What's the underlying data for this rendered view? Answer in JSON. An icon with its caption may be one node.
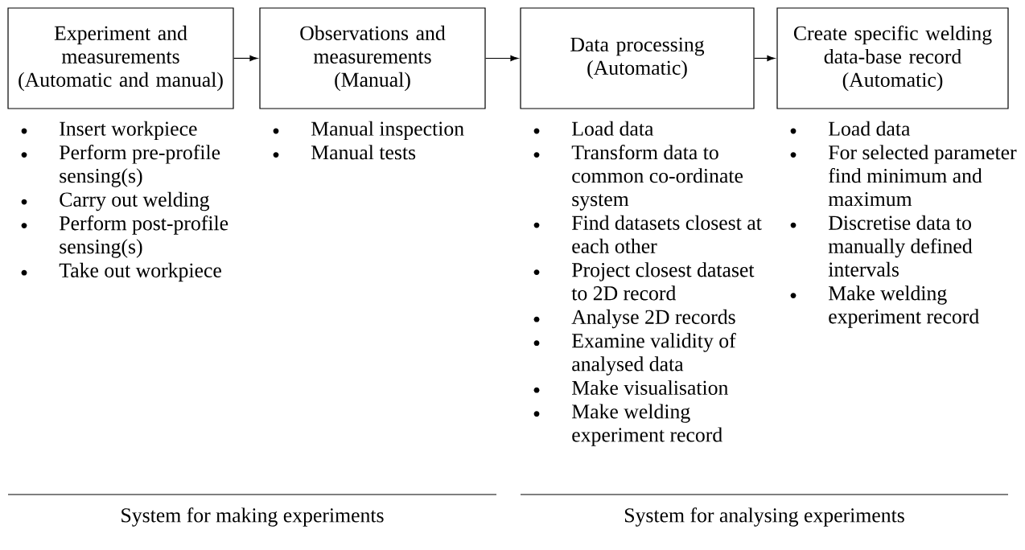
{
  "diagram": {
    "nodes": [
      {
        "text": [
          "Experiment and measurements",
          "(Automatic and manual)"
        ],
        "beside": [
          "Insert workpiece",
          "Perform pre-profile sensing(s)",
          "Carry out welding",
          "Perform post-profile sensing(s)",
          "Take out workpiece"
        ]
      },
      {
        "text": [
          "Observations and measurements",
          "(Manual)"
        ],
        "beside": [
          "Manual inspection",
          "Manual tests"
        ]
      },
      {
        "text": [
          "Data processing",
          "(Automatic)"
        ],
        "beside": [
          "Load data",
          "Transform data to common co-ordinate system",
          "Find datasets closest at each other",
          "Project closest dataset to 2D record",
          "Analyse 2D records",
          "Examine validity of analysed data",
          "Make visualisation",
          "Make welding experiment record"
        ]
      },
      {
        "text": [
          "Create specific welding data-base record",
          "(Automatic)"
        ],
        "beside": [
          "Load data",
          "For selected parameter find minimum and maximum",
          "Discretise data to manually defined intervals",
          "Make welding experiment record"
        ]
      }
    ],
    "edges": [
      {
        "from": 0,
        "to": 1,
        "arrow": "to"
      },
      {
        "from": 1,
        "to": 2,
        "arrow": "to"
      },
      {
        "from": 2,
        "to": 3,
        "arrow": "to"
      }
    ],
    "labels": [
      "System for making experiments",
      "System for analysing experiments"
    ]
  }
}
